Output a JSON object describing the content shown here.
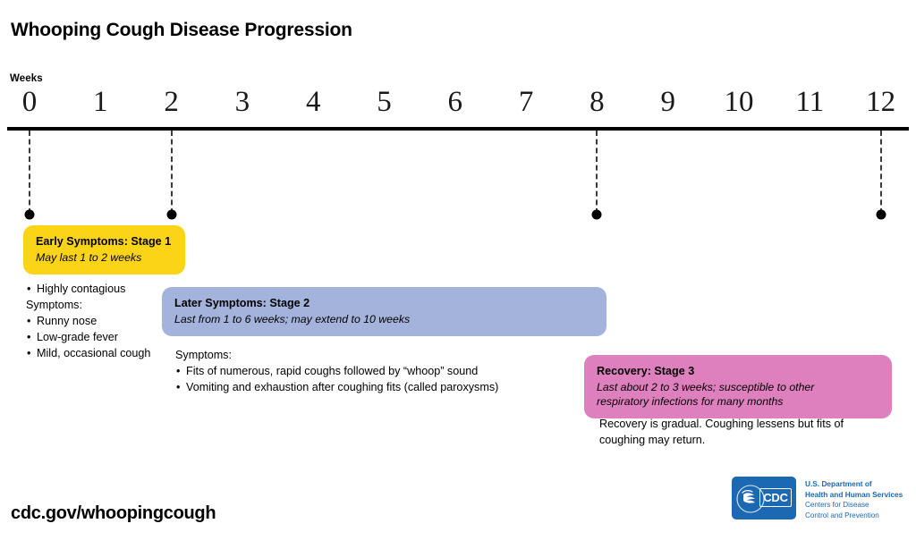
{
  "title": "Whooping Cough Disease Progression",
  "axis": {
    "label": "Weeks",
    "ticks": [
      "0",
      "1",
      "2",
      "3",
      "4",
      "5",
      "6",
      "7",
      "8",
      "9",
      "10",
      "11",
      "12"
    ]
  },
  "markers": [
    {
      "week": "0",
      "name": "marker-week-0"
    },
    {
      "week": "2",
      "name": "marker-week-2"
    },
    {
      "week": "8",
      "name": "marker-week-8"
    },
    {
      "week": "12",
      "name": "marker-week-12"
    }
  ],
  "stage1": {
    "heading": "Early Symptoms: Stage 1",
    "duration": "May last 1 to 2 weeks",
    "color": "#FCD417",
    "lines": [
      {
        "type": "bullet",
        "text": "Highly contagious"
      },
      {
        "type": "plain",
        "text": "Symptoms:"
      },
      {
        "type": "bullet",
        "text": "Runny nose"
      },
      {
        "type": "bullet",
        "text": "Low-grade fever"
      },
      {
        "type": "bullet",
        "text": "Mild, occasional cough"
      }
    ]
  },
  "stage2": {
    "heading": "Later Symptoms: Stage 2",
    "duration": "Last from 1 to 6 weeks; may extend to 10 weeks",
    "color": "#A4B3DB",
    "lines": [
      {
        "type": "plain",
        "text": "Symptoms:"
      },
      {
        "type": "bullet",
        "text": "Fits of numerous, rapid coughs followed by “whoop” sound"
      },
      {
        "type": "bullet",
        "text": "Vomiting and exhaustion after coughing fits (called paroxysms)"
      }
    ]
  },
  "stage3": {
    "heading": "Recovery: Stage 3",
    "duration_line1": "Last about 2 to 3 weeks; susceptible to other",
    "duration_line2": "respiratory infections for many months",
    "color": "#DE7FBE",
    "lines": [
      {
        "type": "plain",
        "text": "Recovery is gradual. Coughing lessens but fits of"
      },
      {
        "type": "plain",
        "text": "coughing may return."
      }
    ]
  },
  "footer": {
    "url": "cdc.gov/whoopingcough",
    "logo": {
      "mark_text": "CDC",
      "agency_line1": "U.S. Department of",
      "agency_line2": "Health and Human Services",
      "agency_line3": "Centers for Disease",
      "agency_line4": "Control and Prevention"
    }
  }
}
